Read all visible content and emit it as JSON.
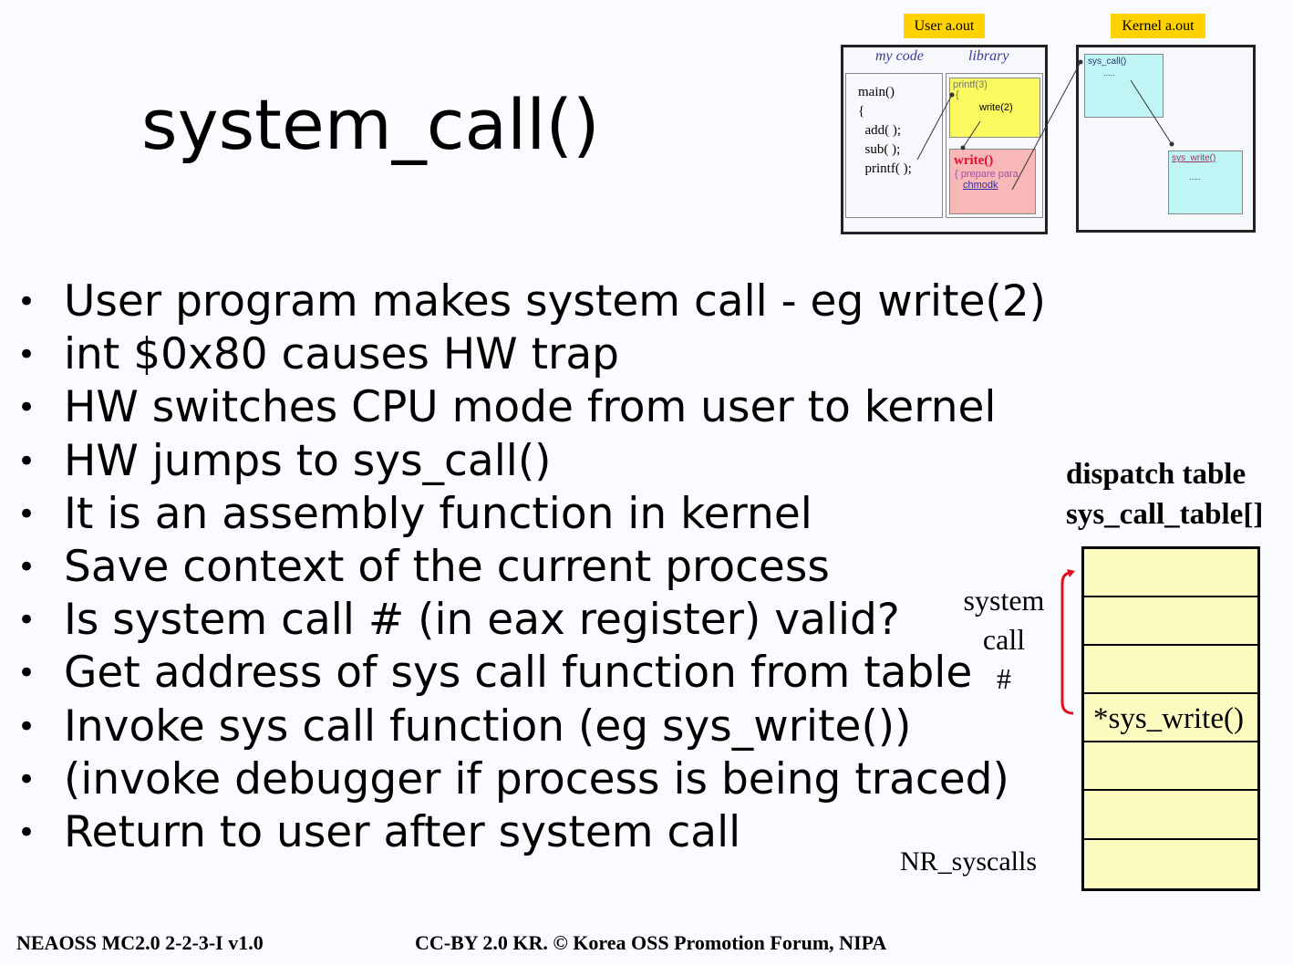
{
  "title": "system_call()",
  "bullets": [
    "User program makes system call - eg write(2)",
    "int  $0x80 causes HW trap",
    "HW switches CPU mode from user to kernel",
    "HW jumps to sys_call()",
    "It is an assembly function in kernel",
    "Save context of the current process",
    "Is system call # (in eax register) valid?",
    "Get address of sys call function from table",
    "Invoke sys call function (eg sys_write())",
    "(invoke debugger if process is being traced)",
    "Return to user after system call"
  ],
  "bullet_symbol": "•",
  "diagram": {
    "user_label": "User   a.out",
    "kernel_label": "Kernel   a.out",
    "my_code_label": "my code",
    "library_label": "library",
    "my_code_lines": [
      "main()",
      "{",
      "  add( );",
      "  sub( );",
      "  printf( );"
    ],
    "printf_lines": [
      "printf(3)",
      "{",
      "write(2)"
    ],
    "write_lines": [
      "write()",
      "{ prepare para",
      "chmodk",
      "}"
    ],
    "sys_call_lines": [
      "sys_call()",
      "{",
      ".....",
      "}"
    ],
    "sys_write_lines": [
      "sys_write()",
      "{",
      ".....",
      "}"
    ]
  },
  "dispatch": {
    "title_line1": "dispatch table",
    "title_line2": "sys_call_table[]",
    "label_system": "system",
    "label_call": "call",
    "label_hash": "#",
    "nr_label": "NR_syscalls",
    "rows": [
      "",
      "",
      "",
      "*sys_write()",
      "",
      "",
      ""
    ]
  },
  "footer": {
    "left": "NEAOSS MC2.0 2-2-3-I v1.0",
    "right": "CC-BY 2.0 KR. © Korea OSS Promotion Forum, NIPA"
  }
}
